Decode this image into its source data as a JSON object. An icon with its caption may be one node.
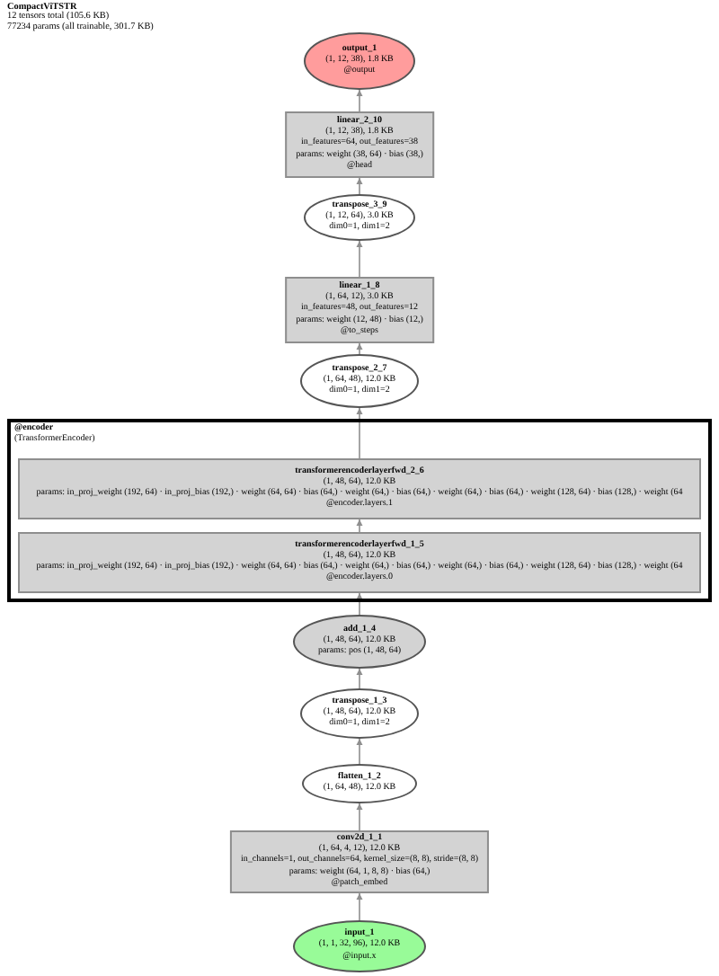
{
  "diagram": {
    "title": "CompactViTSTR",
    "nodes": [
      {
        "text": [
          "output_1",
          "(1, 12, 38), 1.8 KB",
          "@output"
        ]
      },
      {
        "text": [
          "linear_2_10",
          "(1, 12, 38), 1.8 KB",
          "in_features=64, out_features=38",
          "params: weight (38, 64) · bias (38,)",
          "@head"
        ]
      },
      {
        "text": [
          "transpose_3_9",
          "(1, 12, 64), 3.0 KB",
          "dim0=1, dim1=2"
        ]
      },
      {
        "text": [
          "linear_1_8",
          "(1, 64, 12), 3.0 KB",
          "in_features=48, out_features=12",
          "params: weight (12, 48) · bias (12,)",
          "@to_steps"
        ]
      },
      {
        "text": [
          "transpose_2_7",
          "(1, 64, 48), 12.0 KB",
          "dim0=1, dim1=2"
        ]
      },
      {
        "text": [
          "@encoder",
          "(TransformerEncoder)"
        ]
      },
      {
        "text": [
          "transformerencoderlayerfwd_2_6",
          "(1, 48, 64), 12.0 KB",
          "params: in_proj_weight (192, 64) · in_proj_bias (192,) · weight (64, 64) · bias (64,) · weight (64,) · bias (64,) · weight (64,) · bias (64,) · weight (128, 64) · bias (128,) · weight (64",
          "@encoder.layers.1"
        ],
        "in": 5
      },
      {
        "text": [
          "transformerencoderlayerfwd_1_5",
          "(1, 48, 64), 12.0 KB",
          "params: in_proj_weight (192, 64) · in_proj_bias (192,) · weight (64, 64) · bias (64,) · weight (64,) · bias (64,) · weight (64,) · bias (64,) · weight (128, 64) · bias (128,) · weight (64",
          "@encoder.layers.0"
        ],
        "in": 5
      },
      {
        "text": [
          "add_1_4",
          "(1, 48, 64), 12.0 KB",
          "params: pos (1, 48, 64)"
        ]
      },
      {
        "text": [
          "transpose_1_3",
          "(1, 48, 64), 12.0 KB",
          "dim0=1, dim1=2"
        ]
      },
      {
        "text": [
          "flatten_1_2",
          "(1, 64, 48), 12.0 KB"
        ]
      },
      {
        "text": [
          "conv2d_1_1",
          "(1, 64, 4, 12), 12.0 KB",
          "in_channels=1, out_channels=64, kernel_size=(8, 8), stride=(8, 8)",
          "params: weight (64, 1, 8, 8) · bias (64,)",
          "@patch_embed"
        ]
      },
      {
        "text": [
          "input_1",
          "(1, 1, 32, 96), 12.0 KB",
          "@input.x"
        ]
      }
    ],
    "edges": [
      {
        "from": 12,
        "to": 11,
        "arrow": "to"
      },
      {
        "from": 11,
        "to": 10,
        "arrow": "to"
      },
      {
        "from": 10,
        "to": 9,
        "arrow": "to"
      },
      {
        "from": 9,
        "to": 8,
        "arrow": "to"
      },
      {
        "from": 8,
        "to": 7,
        "arrow": "to"
      },
      {
        "from": 7,
        "to": 6,
        "arrow": "to"
      },
      {
        "from": 6,
        "to": 4,
        "arrow": "to"
      },
      {
        "from": 4,
        "to": 3,
        "arrow": "to"
      },
      {
        "from": 3,
        "to": 2,
        "arrow": "to"
      },
      {
        "from": 2,
        "to": 1,
        "arrow": "to"
      },
      {
        "from": 1,
        "to": 0,
        "arrow": "to"
      }
    ],
    "labels": [
      "12 tensors total (105.6 KB)",
      "77234 params (all trainable, 301.7 KB)"
    ]
  }
}
